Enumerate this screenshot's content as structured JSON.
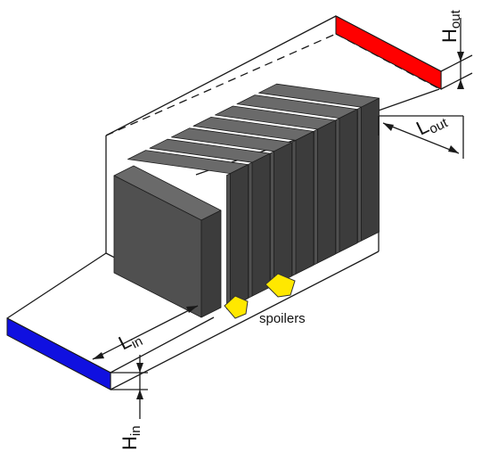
{
  "labels": {
    "h_out_main": "H",
    "h_out_sub": "out",
    "l_out_main": "L",
    "l_out_sub": "out",
    "l_in_main": "L",
    "l_in_sub": "in",
    "h_in_main": "H",
    "h_in_sub": "in",
    "spoilers": "spoilers"
  },
  "colors": {
    "outlet": "#ff0000",
    "inlet": "#1010e0",
    "spoiler": "#ffe800",
    "block_front": "#505050",
    "block_top": "#6a6a6a",
    "block_side": "#3c3c3c",
    "block_edge": "#1e1e1e"
  }
}
